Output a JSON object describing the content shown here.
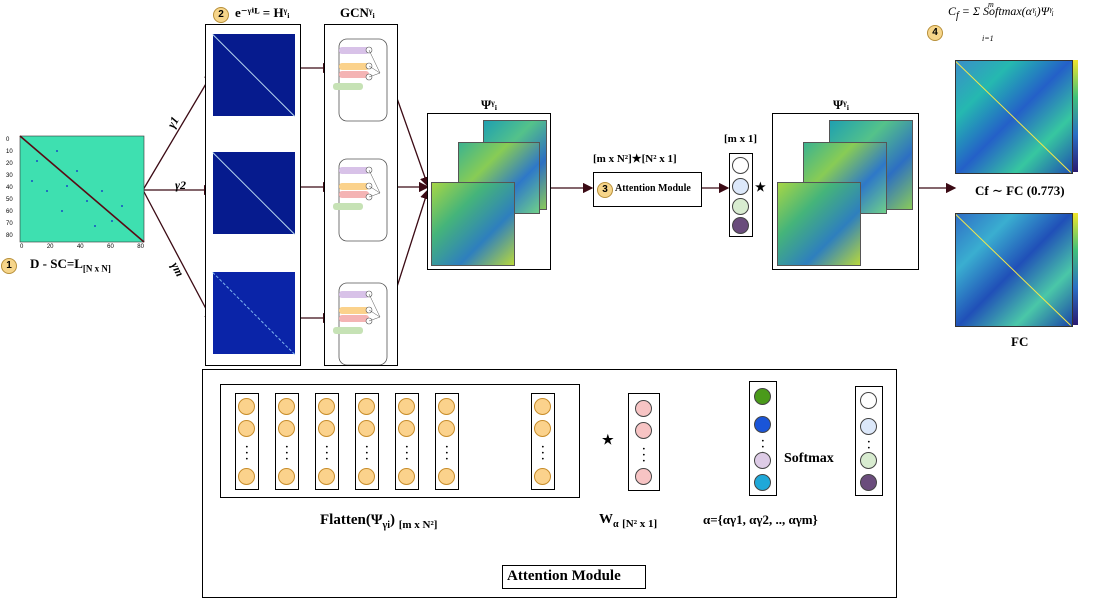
{
  "step1": {
    "badge": "1",
    "caption_main": "D - SC=L",
    "caption_sub": "[N x N]",
    "ticks_y": [
      "0",
      "10",
      "20",
      "30",
      "40",
      "50",
      "60",
      "70",
      "80"
    ],
    "ticks_x": [
      "0",
      "20",
      "40",
      "60",
      "80"
    ]
  },
  "branches": {
    "g1": "γ1",
    "g2": "γ2",
    "gm": "γm"
  },
  "step2": {
    "badge": "2",
    "title": "e⁻ᵞⁱᴸ = Hᵞᵢ"
  },
  "gcn": {
    "title": "GCNᵞᵢ"
  },
  "psi_left": {
    "title": "Ψᵞᵢ"
  },
  "step3": {
    "badge": "3",
    "formula": "[m x N²]★[N² x 1]",
    "module_label": "Attention Module"
  },
  "alpha_vec": {
    "title": "[m x 1]",
    "star": "★"
  },
  "psi_right": {
    "title": "Ψᵞᵢ"
  },
  "step4": {
    "badge": "4",
    "formula_lhs": "C",
    "formula_sub": "f",
    "formula_rhs": "= Σ Softmax(αᵞᵢ)Ψᵞᵢ",
    "sum_top": "m",
    "sum_bottom": "i=1"
  },
  "cf_caption": "Cf ∼ FC (0.773)",
  "fc_caption": "FC",
  "attention": {
    "flatten_main": "Flatten(Ψ",
    "flatten_sub": "γi",
    "flatten_close": ")",
    "flatten_dim": "[m x N²]",
    "star": "★",
    "w_label": "W",
    "w_sub": "α",
    "w_dim": "[N² x 1]",
    "softmax": "Softmax",
    "alpha_set": "α={αγ1, αγ2, .., αγm}",
    "title": "Attention Module"
  },
  "colors": {
    "matrix_blue": "#061b8e",
    "heat_green": "#3ee0b0",
    "node_orange": "#fbd28c",
    "arrow": "#3b0a14"
  }
}
